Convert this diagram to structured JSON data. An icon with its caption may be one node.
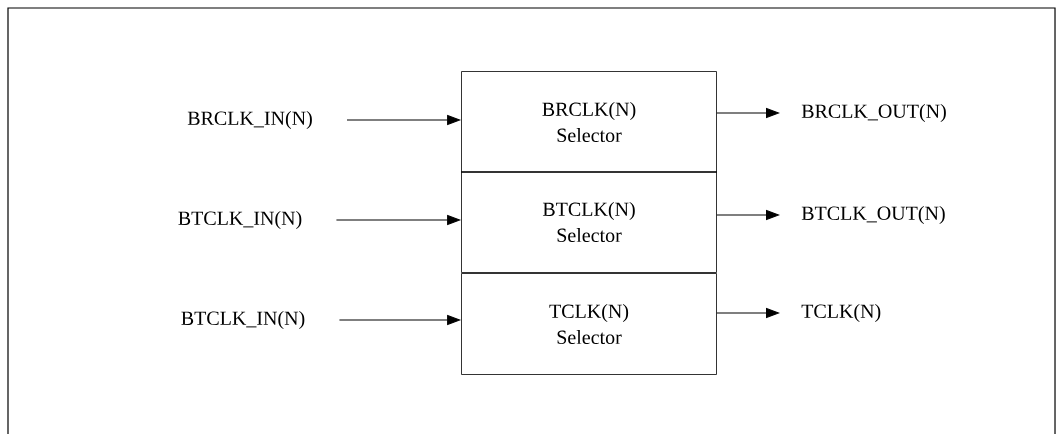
{
  "diagram": {
    "nodes": [
      {
        "text": [
          "BRCLK_IN(N)"
        ]
      },
      {
        "text": [
          "BRCLK(N) Selector"
        ]
      },
      {
        "text": [
          "BRCLK_OUT(N)"
        ]
      },
      {
        "text": [
          "BTCLK_IN(N)"
        ]
      },
      {
        "text": [
          "BTCLK(N) Selector"
        ]
      },
      {
        "text": [
          "BTCLK_OUT(N)"
        ]
      },
      {
        "text": [
          "BTCLK_IN(N)"
        ]
      },
      {
        "text": [
          "TCLK(N) Selector"
        ]
      },
      {
        "text": [
          "TCLK(N)"
        ]
      }
    ],
    "edges": [
      {
        "from": 0,
        "to": 1,
        "arrow": "to"
      },
      {
        "from": 1,
        "to": 2,
        "arrow": "to"
      },
      {
        "from": 3,
        "to": 4,
        "arrow": "to"
      },
      {
        "from": 4,
        "to": 5,
        "arrow": "to"
      },
      {
        "from": 6,
        "to": 7,
        "arrow": "to"
      },
      {
        "from": 7,
        "to": 8,
        "arrow": "to"
      }
    ]
  }
}
